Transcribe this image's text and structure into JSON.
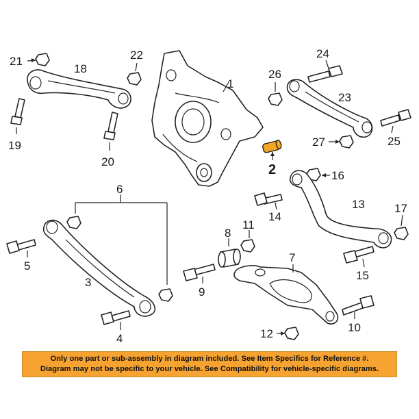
{
  "callouts": {
    "c1": "1",
    "c2": "2",
    "c3": "3",
    "c4": "4",
    "c5": "5",
    "c6": "6",
    "c7": "7",
    "c8": "8",
    "c9": "9",
    "c10": "10",
    "c11": "11",
    "c12": "12",
    "c13": "13",
    "c14": "14",
    "c15": "15",
    "c16": "16",
    "c17": "17",
    "c18": "18",
    "c19": "19",
    "c20": "20",
    "c21": "21",
    "c22": "22",
    "c23": "23",
    "c24": "24",
    "c25": "25",
    "c26": "26",
    "c27": "27"
  },
  "highlight_color": "#f5a623",
  "notice": {
    "line1": "Only one part or sub-assembly in diagram included. See Item Specifics for Reference #.",
    "line2": "Diagram may not be specific to your vehicle. See Compatibility for vehicle-specific diagrams.",
    "background": "#f7a331"
  }
}
